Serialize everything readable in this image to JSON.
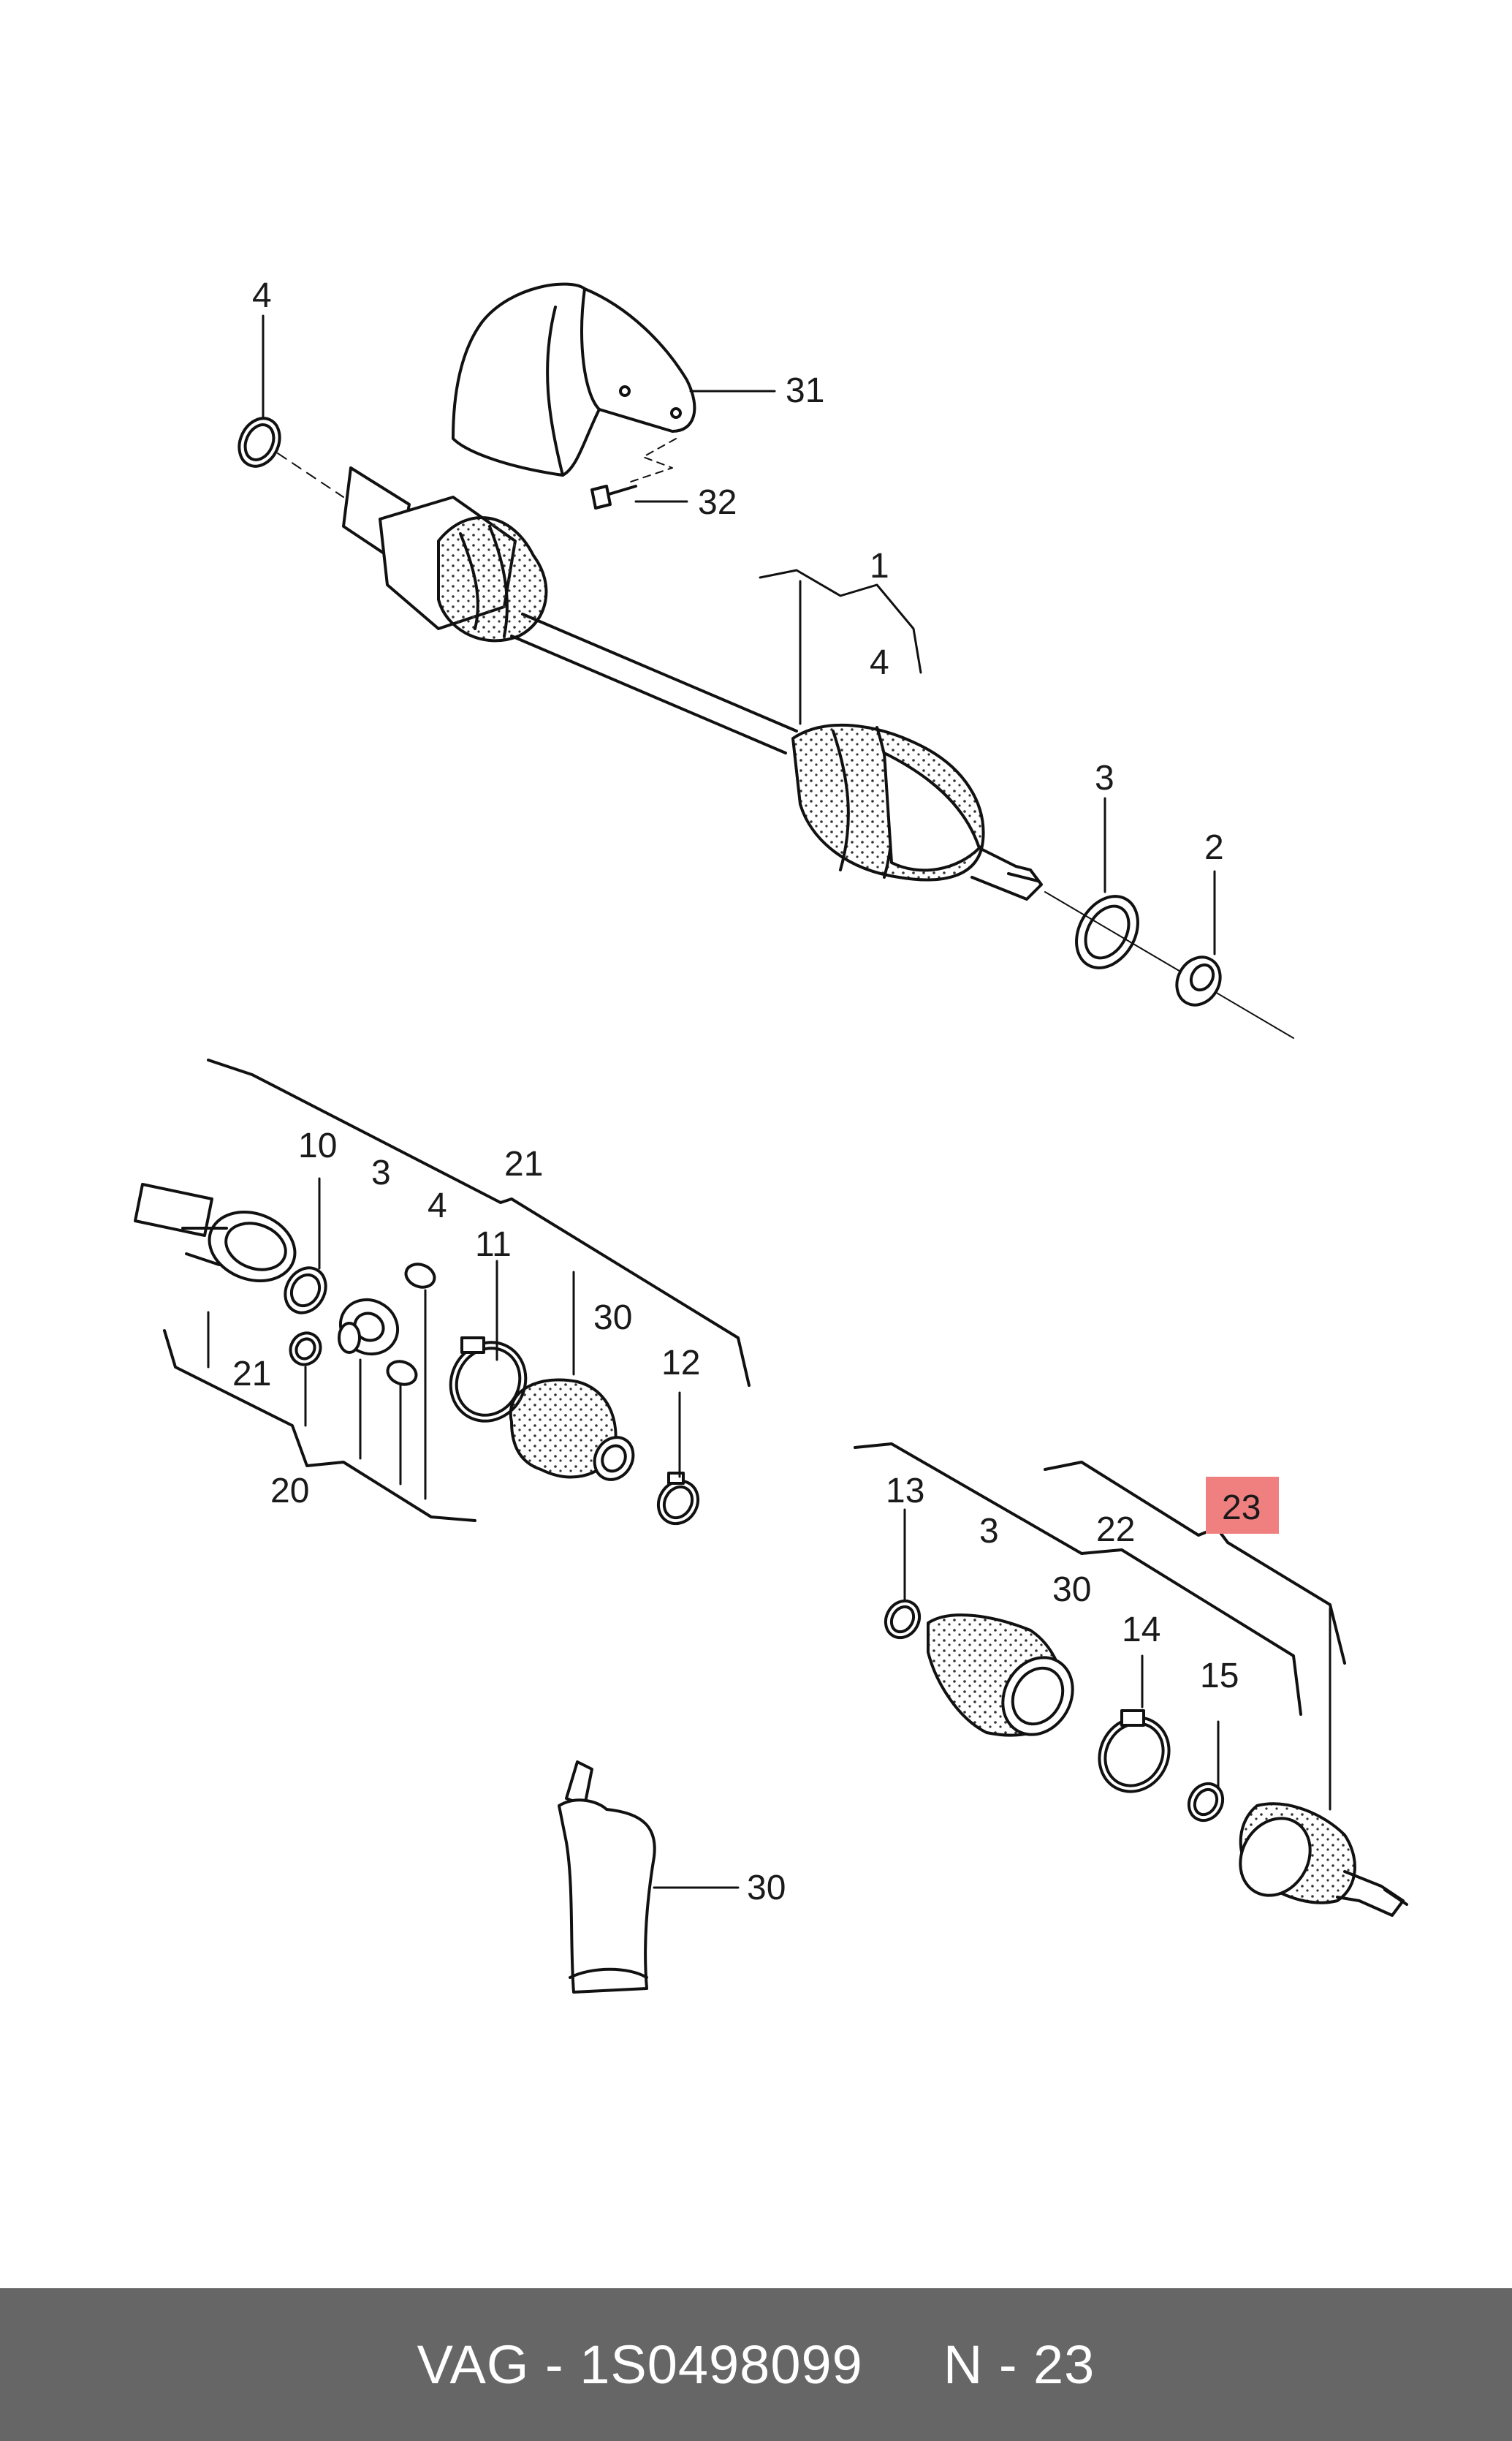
{
  "diagram": {
    "callouts": {
      "c4a": "4",
      "c31": "31",
      "c32": "32",
      "c1": "1",
      "c4b": "4",
      "c3a": "3",
      "c2": "2",
      "c10": "10",
      "c3b": "3",
      "c21a": "21",
      "c4c": "4",
      "c11": "11",
      "c30a": "30",
      "c12": "12",
      "c21b": "21",
      "c20": "20",
      "c13": "13",
      "c3c": "3",
      "c22": "22",
      "c23": "23",
      "c30b": "30",
      "c14": "14",
      "c15": "15",
      "c30c": "30"
    },
    "highlight_color": "#f08080"
  },
  "footer": {
    "part_number": "VAG - 1S0498099",
    "position_label": "N - 23"
  }
}
